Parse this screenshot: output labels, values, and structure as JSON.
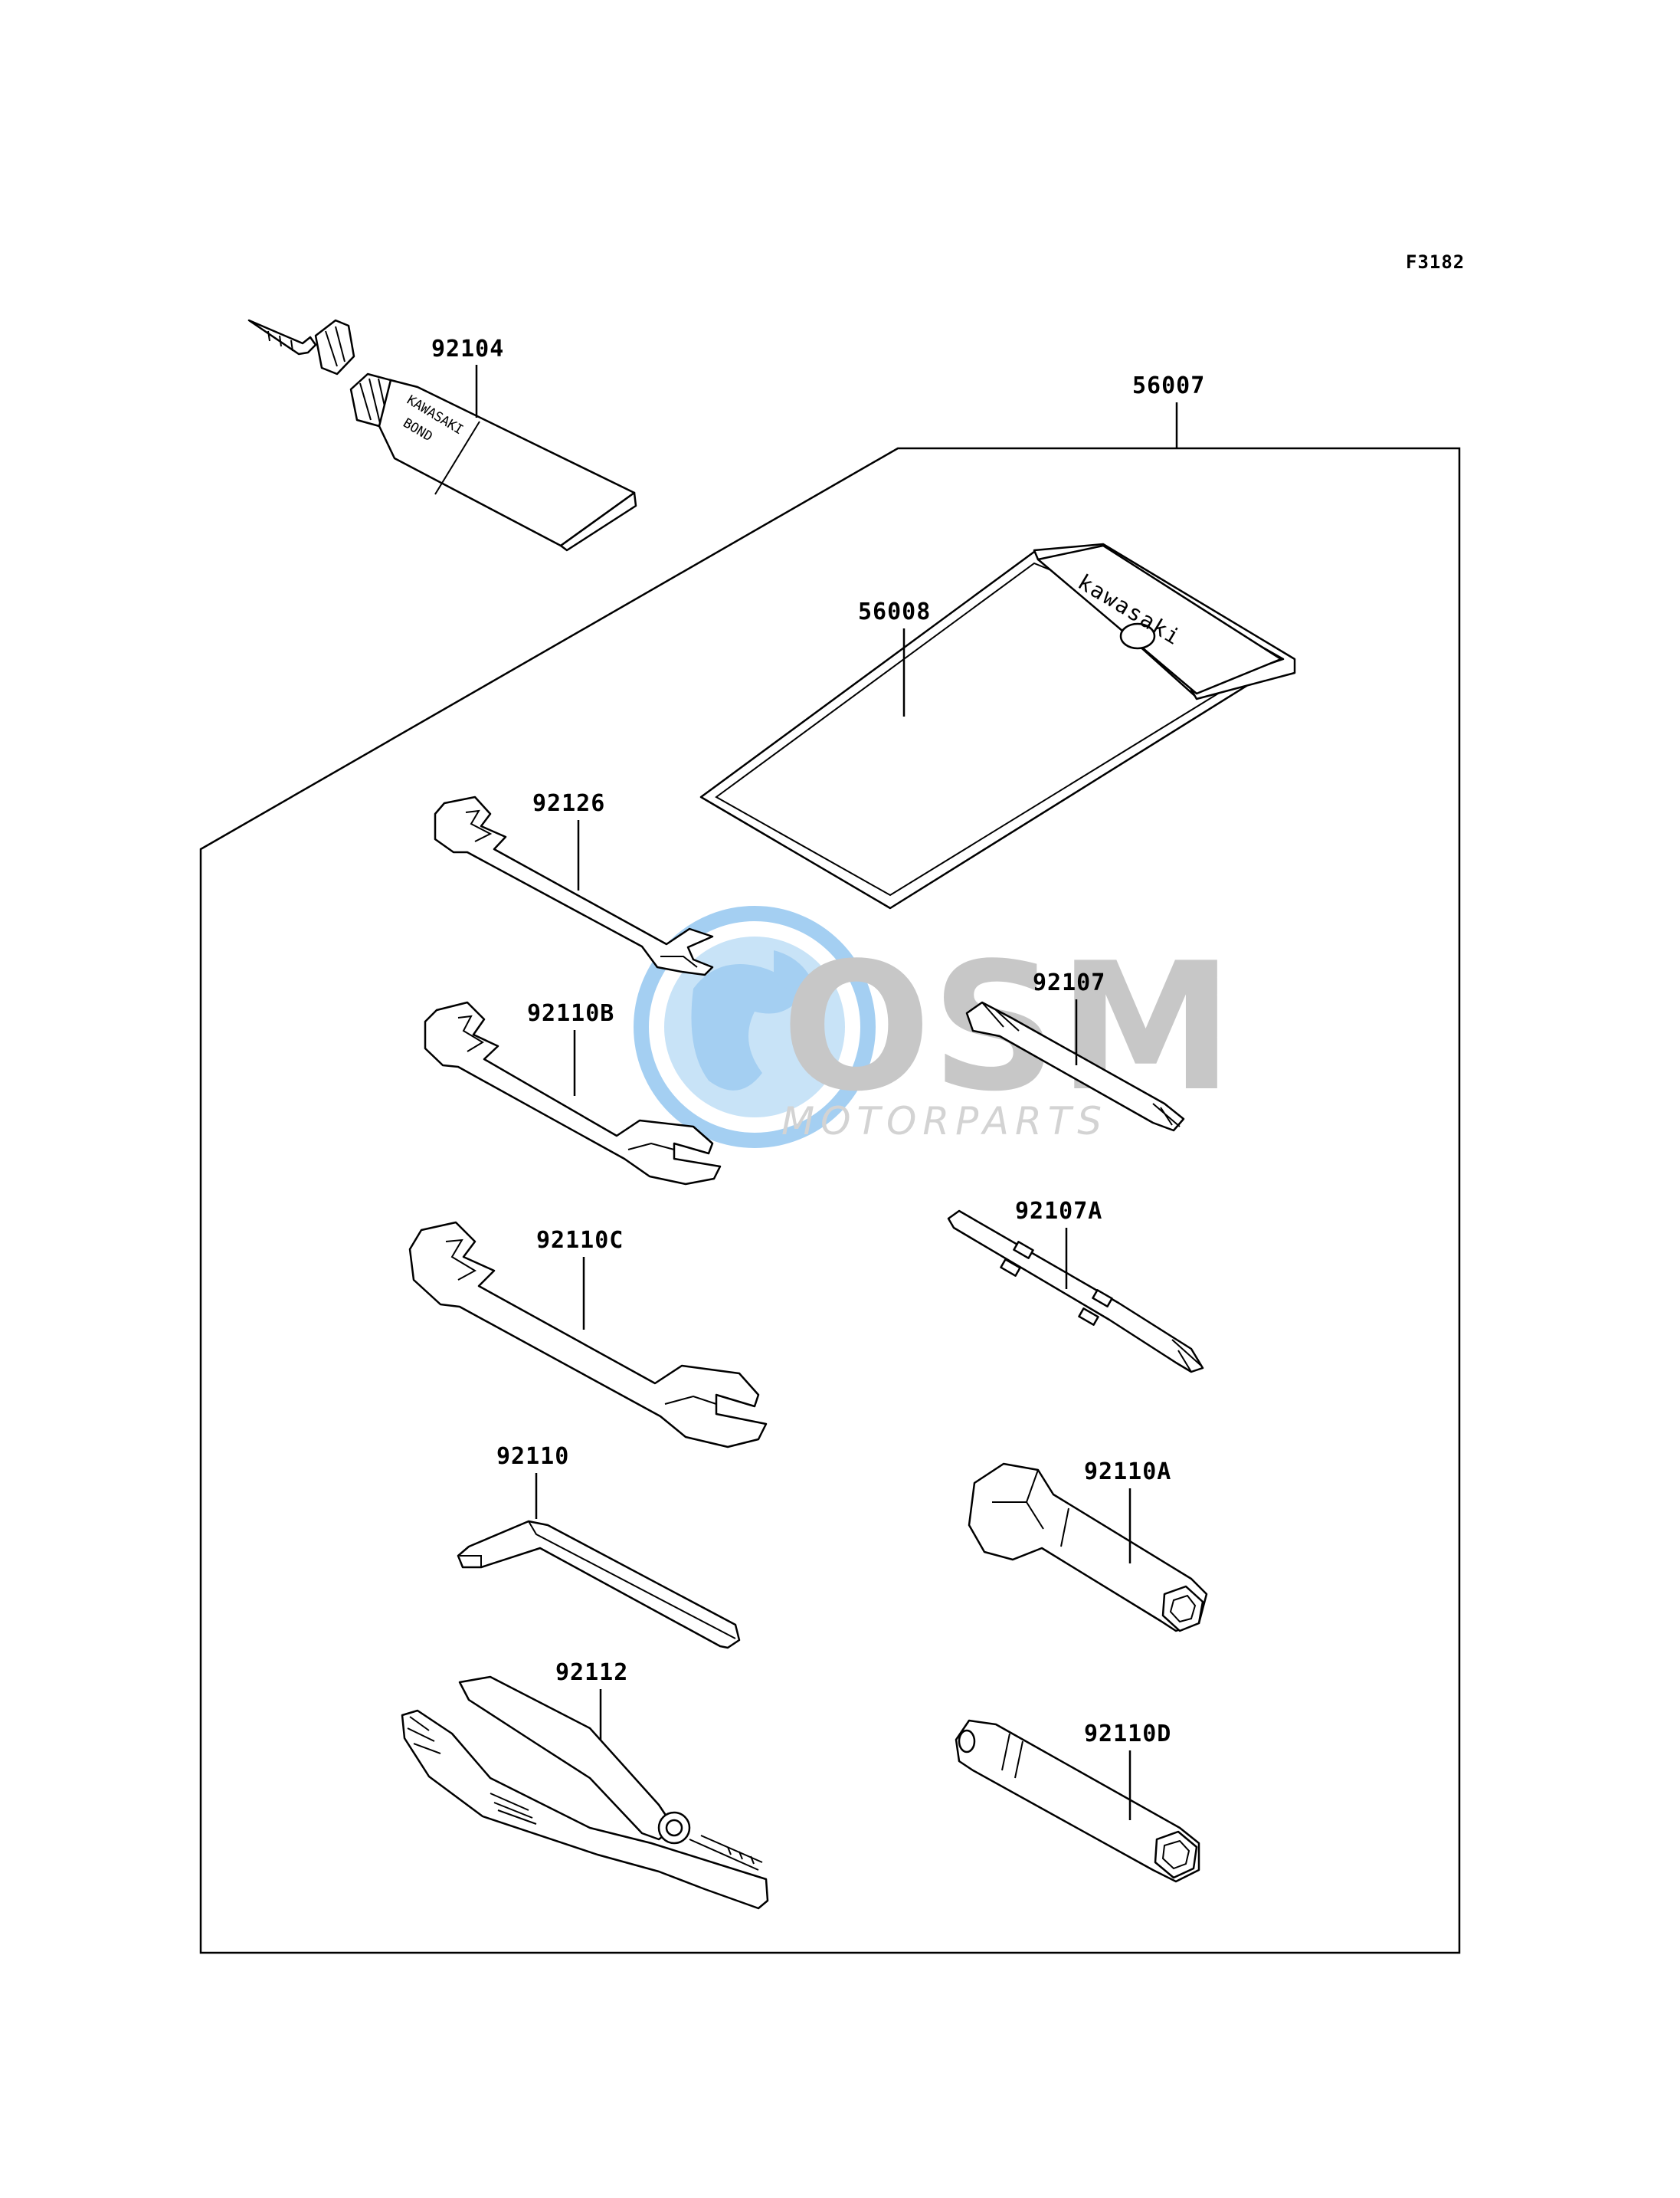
{
  "figure_code": "F3182",
  "watermark": {
    "brand": "OSM",
    "subtitle": "MOTORPARTS",
    "colors": {
      "globe": "#5aa8e8",
      "letters": "#9a9a9a",
      "text": "#b0b0b0"
    }
  },
  "parts": {
    "bond": {
      "number": "92104",
      "tube_text_line1": "KAWASAKI",
      "tube_text_line2": "BOND"
    },
    "toolkit": {
      "number": "56007"
    },
    "pouch": {
      "number": "56008",
      "brand_text": "kawasaki"
    },
    "wrench_a": {
      "number": "92126"
    },
    "wrench_b": {
      "number": "92110B"
    },
    "wrench_c": {
      "number": "92110C"
    },
    "hex_key": {
      "number": "92110"
    },
    "pliers": {
      "number": "92112"
    },
    "screwdriver": {
      "number": "92107"
    },
    "screwdriver_bit": {
      "number": "92107A"
    },
    "plug_wrench": {
      "number": "92110A"
    },
    "box_wrench": {
      "number": "92110D"
    }
  }
}
